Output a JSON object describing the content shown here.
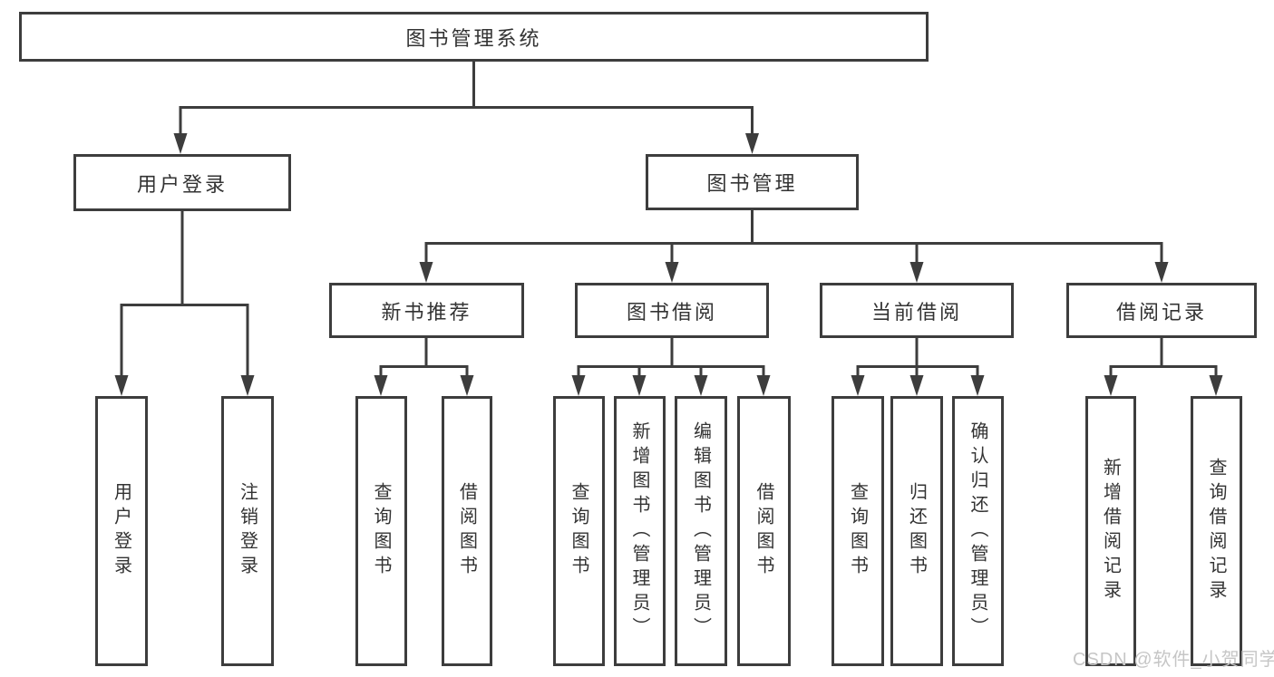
{
  "tree": {
    "root": {
      "label": "图书管理系统"
    },
    "branches": [
      {
        "label": "用户登录",
        "children": [
          {
            "label": "用户登录"
          },
          {
            "label": "注销登录"
          }
        ]
      },
      {
        "label": "图书管理",
        "children": [
          {
            "label": "新书推荐",
            "children": [
              {
                "label": "查询图书"
              },
              {
                "label": "借阅图书"
              }
            ]
          },
          {
            "label": "图书借阅",
            "children": [
              {
                "label": "查询图书"
              },
              {
                "label": "新增图书（管理员）"
              },
              {
                "label": "编辑图书（管理员）"
              },
              {
                "label": "借阅图书"
              }
            ]
          },
          {
            "label": "当前借阅",
            "children": [
              {
                "label": "查询图书"
              },
              {
                "label": "归还图书"
              },
              {
                "label": "确认归还（管理员）"
              }
            ]
          },
          {
            "label": "借阅记录",
            "children": [
              {
                "label": "新增借阅记录"
              },
              {
                "label": "查询借阅记录"
              }
            ]
          }
        ]
      }
    ]
  },
  "watermark": "CSDN @软件_小贺同学",
  "colors": {
    "line": "#3d3d3d",
    "text": "#333333",
    "background": "#ffffff",
    "watermark": "#c6c6c6"
  }
}
